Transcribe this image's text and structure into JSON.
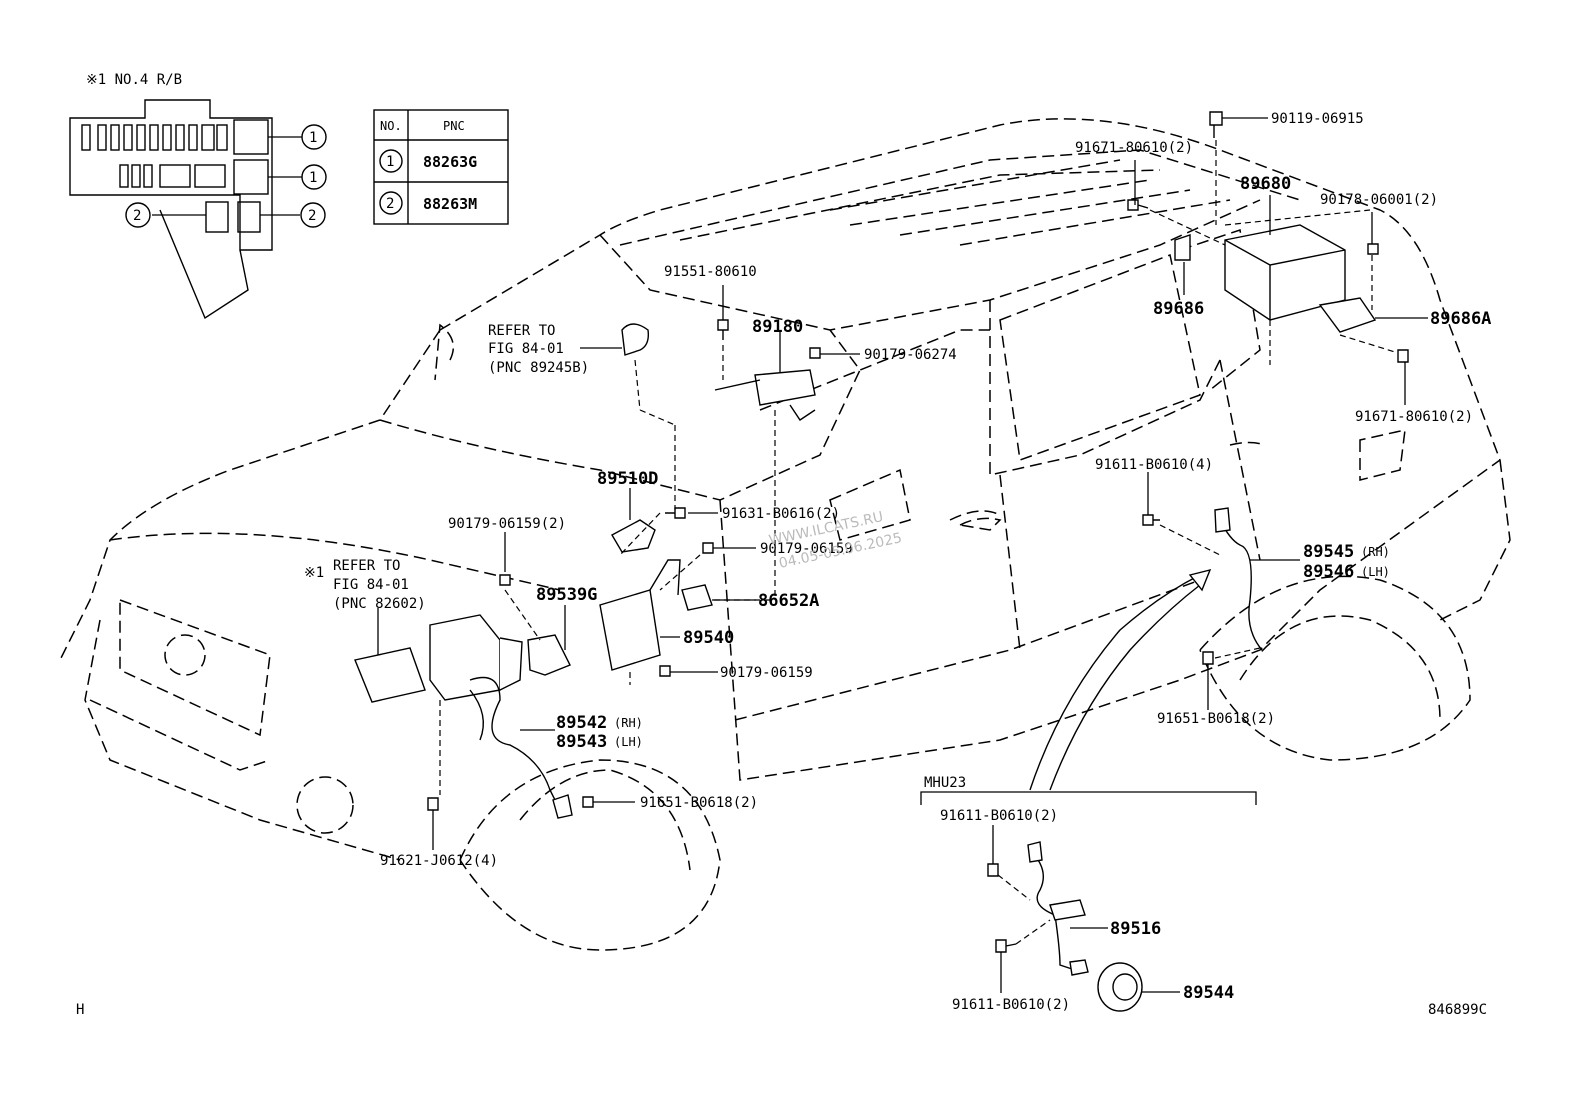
{
  "relay_block": {
    "title": "※1 NO.4 R/B",
    "marker_1": "1",
    "marker_2": "2"
  },
  "pnc_table": {
    "headers": [
      "NO.",
      "PNC"
    ],
    "rows": [
      {
        "no": "1",
        "pnc": "88263G"
      },
      {
        "no": "2",
        "pnc": "88263M"
      }
    ]
  },
  "labels": {
    "p90119_06915": "90119-06915",
    "p91671_80610_top": "91671-80610(2)",
    "p89680": "89680",
    "p90178_06001": "90178-06001(2)",
    "p89686": "89686",
    "p89686A": "89686A",
    "p91671_80610_bottom": "91671-80610(2)",
    "p91551_80610": "91551-80610",
    "p89180": "89180",
    "p90179_06274": "90179-06274",
    "refer1_l1": "REFER TO",
    "refer1_l2": "FIG 84-01",
    "refer1_l3": "(PNC 89245B)",
    "p89510D": "89510D",
    "p91631_B0616": "91631-B0616(2)",
    "p90179_06159_a": "90179-06159(2)",
    "p90179_06159_b": "90179-06159",
    "refer2_mark": "※1",
    "refer2_l1": "REFER TO",
    "refer2_l2": "FIG 84-01",
    "refer2_l3": "(PNC 82602)",
    "p89539G": "89539G",
    "p86652A": "86652A",
    "p89540": "89540",
    "p90179_06159_c": "90179-06159",
    "p89542": "89542",
    "p89542_side": "(RH)",
    "p89543": "89543",
    "p89543_side": "(LH)",
    "p91651_B0618_front": "91651-B0618(2)",
    "p91621_J0612": "91621-J0612(4)",
    "p91611_B0610_4": "91611-B0610(4)",
    "p89545": "89545",
    "p89545_side": "(RH)",
    "p89546": "89546",
    "p89546_side": "(LH)",
    "p91651_B0618_rear": "91651-B0618(2)",
    "mhu23": "MHU23",
    "p91611_B0610_a": "91611-B0610(2)",
    "p89516": "89516",
    "p89544": "89544",
    "p91611_B0610_b": "91611-B0610(2)",
    "corner_h": "H",
    "fig_code": "846899C",
    "watermark_1": "WWW.ILCATS.RU",
    "watermark_2": "04.05-05.06.2025"
  }
}
